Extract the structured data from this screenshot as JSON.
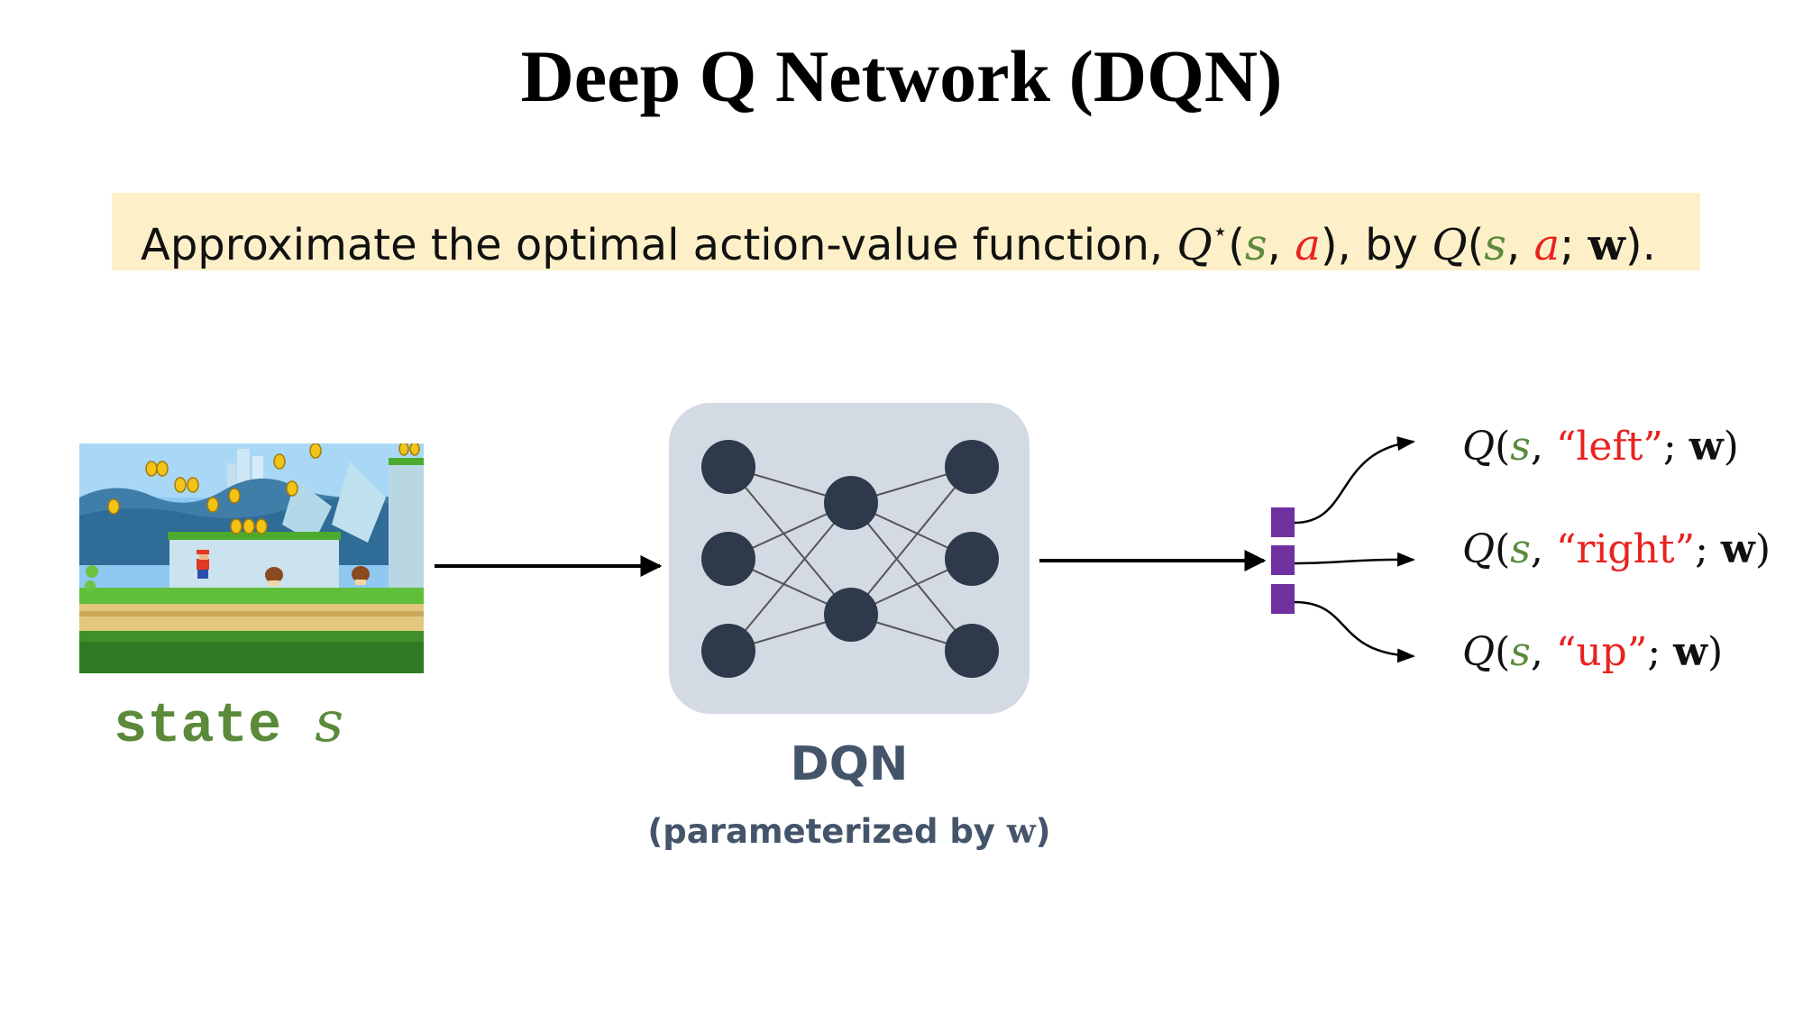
{
  "title": "Deep Q Network (DQN)",
  "banner": {
    "text": "Approximate the optimal action-value function, ",
    "q_star": "Q",
    "star": "⋆",
    "open": "(",
    "s": "s",
    "comma": ", ",
    "a": "a",
    "close": ")",
    "by": ", by ",
    "q": "Q",
    "semi": "; ",
    "w": "w",
    "end": ")."
  },
  "state_label": {
    "word": "state",
    "symbol": "s"
  },
  "dqn": {
    "label": "DQN",
    "subtitle_prefix": "(parameterized by ",
    "subtitle_w": "w",
    "subtitle_suffix": ")"
  },
  "outputs": [
    {
      "q": "Q",
      "s": "s",
      "action": "“left”",
      "w": "w"
    },
    {
      "q": "Q",
      "s": "s",
      "action": "“right”",
      "w": "w"
    },
    {
      "q": "Q",
      "s": "s",
      "action": "“up”",
      "w": "w"
    }
  ],
  "colors": {
    "state_green": "#5b8a3a",
    "action_red": "#e8231f",
    "dqn_box": "#d4dae3",
    "node": "#2e3a4b",
    "output_purple": "#7030a0",
    "banner_bg": "#fdf0c8",
    "dqn_text": "#44546a"
  },
  "icons": [
    "game-screenshot-image",
    "neural-network-icon",
    "arrow-icon"
  ]
}
